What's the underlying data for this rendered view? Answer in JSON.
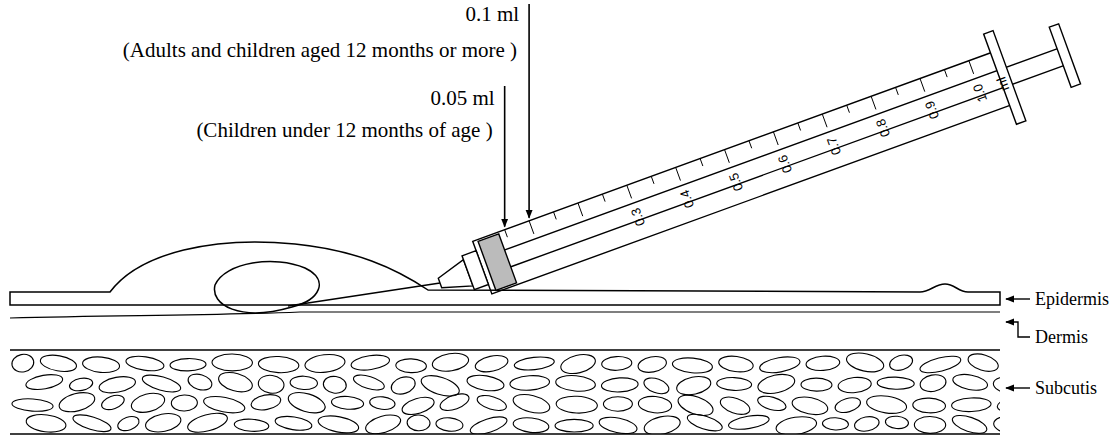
{
  "diagram": {
    "labels": [
      "0.1 ml",
      "(Adults and children aged 12 months or more )",
      "0.05 ml",
      "(Children under 12 months of age )",
      "Epidermis",
      "Dermis",
      "Subcutis",
      "0.3",
      "0.4",
      "0.5",
      "0.6",
      "0.7",
      "0.8",
      "0.9",
      "1.0",
      "ml"
    ]
  }
}
